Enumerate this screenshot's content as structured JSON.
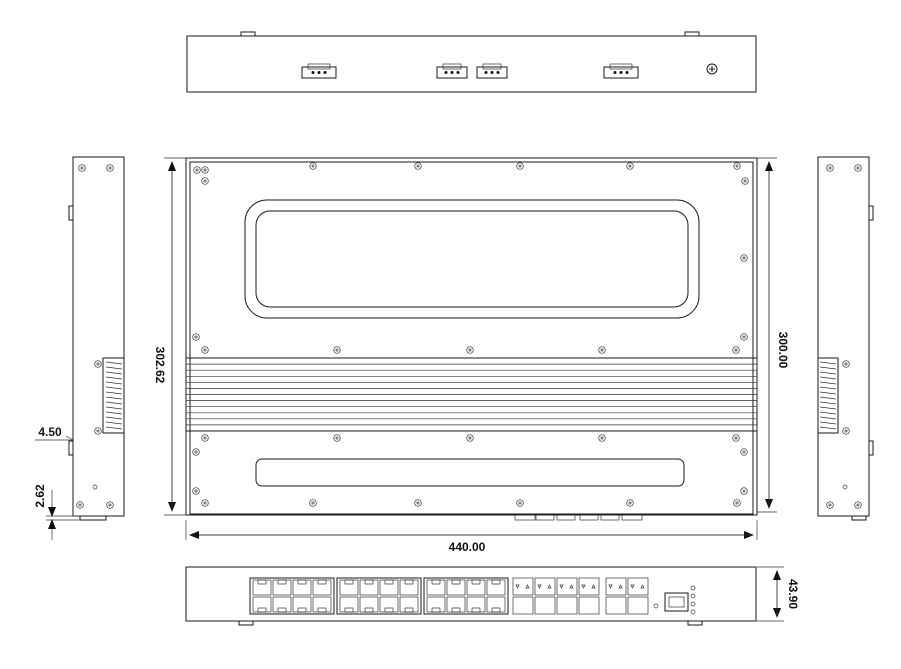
{
  "dimensions": {
    "width": "440.00",
    "height_front": "302.62",
    "height_rear": "300.00",
    "depth": "43.90",
    "side_offset": "4.50",
    "foot_height": "2.62"
  },
  "colors": {
    "line": "#1a1a1a",
    "background": "#ffffff"
  }
}
